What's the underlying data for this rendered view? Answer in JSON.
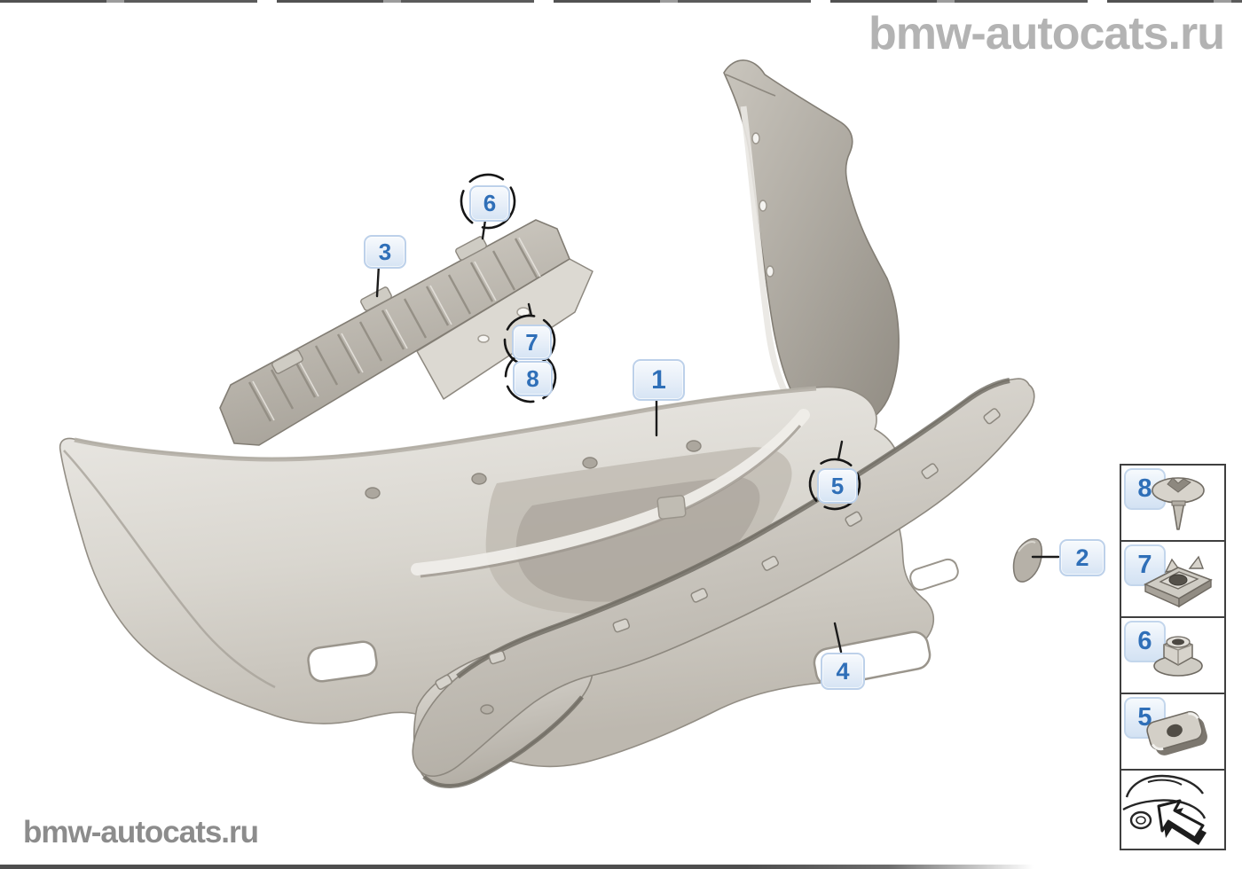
{
  "watermarks": {
    "top_right": "bmw-autocats.ru",
    "bottom_left": "bmw-autocats.ru"
  },
  "callouts": [
    {
      "number": "1",
      "circled": false
    },
    {
      "number": "2",
      "circled": false
    },
    {
      "number": "3",
      "circled": false
    },
    {
      "number": "4",
      "circled": false
    },
    {
      "number": "5",
      "circled": true
    },
    {
      "number": "6",
      "circled": true
    },
    {
      "number": "7",
      "circled": true
    },
    {
      "number": "8",
      "circled": true
    }
  ],
  "legend": {
    "items": [
      {
        "number": "8",
        "icon": "expanding-rivet-icon"
      },
      {
        "number": "7",
        "icon": "cage-nut-icon"
      },
      {
        "number": "6",
        "icon": "plastic-flange-nut-icon"
      },
      {
        "number": "5",
        "icon": "clip-nut-icon"
      }
    ]
  },
  "footer_thumbnail": {
    "icon": "car-direction-icon"
  },
  "colors": {
    "accent_blue": "#2f6fb8",
    "callout_fill": "#e6eef8",
    "callout_border": "#bdd1ea",
    "leader_line": "#1b1b1b",
    "legend_border": "#3f3f3f",
    "watermark_top": "#b3b3b3",
    "watermark_bottom": "#8c8c8c",
    "part_light": "#eceae6",
    "part_base": "#d6d3cc",
    "part_shadow": "#a29d94",
    "part_outline": "#8d887f"
  }
}
